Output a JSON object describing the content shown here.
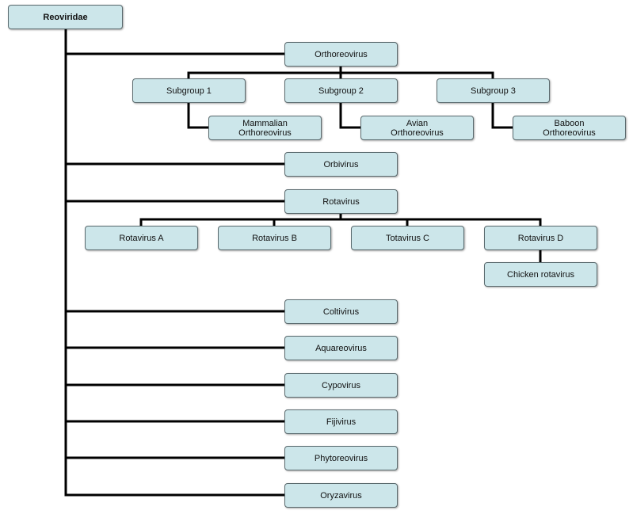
{
  "diagram": {
    "root": "Reoviridae",
    "orthoreovirus": {
      "label": "Orthoreovirus",
      "subgroups": [
        {
          "label": "Subgroup 1",
          "child": "Mammalian\nOrthoreovirus"
        },
        {
          "label": "Subgroup 2",
          "child": "Avian\nOrthoreovirus"
        },
        {
          "label": "Subgroup 3",
          "child": "Baboon\nOrthoreovirus"
        }
      ]
    },
    "orbivirus": "Orbivirus",
    "rotavirus": {
      "label": "Rotavirus",
      "children": [
        "Rotavirus A",
        "Rotavirus B",
        "Totavirus C",
        "Rotavirus D"
      ],
      "rotavirus_d_child": "Chicken rotavirus"
    },
    "genera": [
      "Coltivirus",
      "Aquareovirus",
      "Cypovirus",
      "Fijivirus",
      "Phytoreovirus",
      "Oryzavirus"
    ],
    "colors": {
      "node_fill": "#cce6ea",
      "node_border": "#5a6a6e",
      "connector": "#000000"
    }
  }
}
